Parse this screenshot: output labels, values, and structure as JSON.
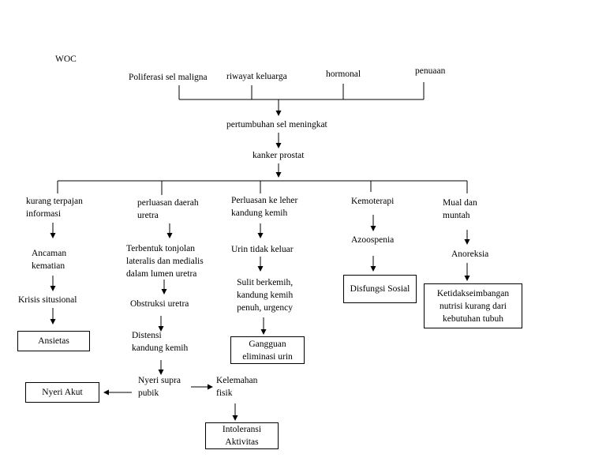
{
  "title": "WOC",
  "causes": [
    "Poliferasi sel maligna",
    "riwayat keluarga",
    "hormonal",
    "penuaan"
  ],
  "growth": "pertumbuhan sel meningkat",
  "cancer": "kanker prostat",
  "col1": {
    "head": "kurang terpajan\ninformasi",
    "n1": "Ancaman\nkematian",
    "n2": "Krisis situsional",
    "box": "Ansietas"
  },
  "col2": {
    "head": "perluasan daerah\nuretra",
    "n1": "Terbentuk tonjolan\nlateralis dan medialis\ndalam lumen uretra",
    "n2": "Obstruksi uretra",
    "n3": "Distensi\nkandung kemih",
    "n4": "Nyeri supra\npubik",
    "box_left": "Nyeri Akut",
    "side": "Kelemahan\nfisik",
    "box_bottom": "Intoleransi\nAktivitas"
  },
  "col3": {
    "head": "Perluasan ke leher\nkandung kemih",
    "n1": "Urin tidak keluar",
    "n2": "Sulit berkemih,\nkandung kemih\npenuh, urgency",
    "box": "Gangguan\neliminasi urin"
  },
  "col4": {
    "head": "Kemoterapi",
    "n1": "Azoospenia",
    "box": "Disfungsi Sosial"
  },
  "col5": {
    "head": "Mual dan\nmuntah",
    "n1": "Anoreksia",
    "box": "Ketidakseimbangan\nnutrisi kurang dari\nkebutuhan tubuh"
  }
}
